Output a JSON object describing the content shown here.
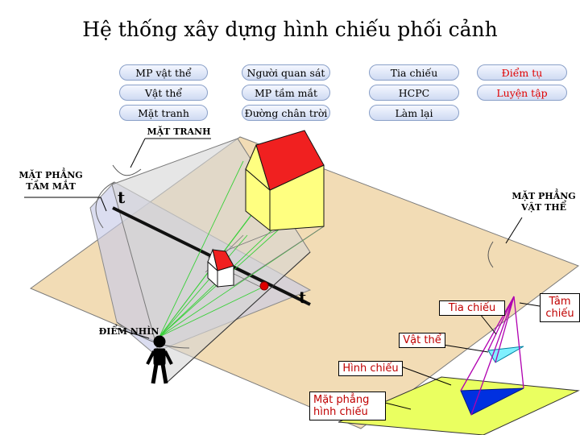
{
  "title": "Hệ thống xây dựng hình chiếu phối cảnh",
  "buttons": [
    {
      "label": "MP vật thể",
      "color": "#000000"
    },
    {
      "label": "Người quan sát",
      "color": "#000000"
    },
    {
      "label": "Tia chiếu",
      "color": "#000000"
    },
    {
      "label": "Điểm tụ",
      "color": "#e00000"
    },
    {
      "label": "Vật thể",
      "color": "#000000"
    },
    {
      "label": "MP tầm mắt",
      "color": "#000000"
    },
    {
      "label": "HCPC",
      "color": "#000000"
    },
    {
      "label": "Luyện tập",
      "color": "#e00000"
    },
    {
      "label": "Mặt tranh",
      "color": "#000000"
    },
    {
      "label": "Đường chân trời",
      "color": "#000000"
    },
    {
      "label": "Làm lại",
      "color": "#000000"
    }
  ],
  "labels": {
    "picture_plane": "MẶT TRANH",
    "eye_plane_line1": "MẶT PHẲNG",
    "eye_plane_line2": "TẦM MẮT",
    "object_plane_line1": "MẶT PHẲNG",
    "object_plane_line2": "VẬT THỂ",
    "viewpoint": "ĐIỂM NHÌN",
    "horizon_mark_top": "t",
    "horizon_mark_bottom": "t"
  },
  "inset_tags": {
    "projection_ray": "Tia chiếu",
    "projection_center_line1": "Tâm",
    "projection_center_line2": "chiếu",
    "object": "Vật thể",
    "projection": "Hình chiếu",
    "projection_plane_line1": "Mặt phẳng",
    "projection_plane_line2": "hình chiếu"
  },
  "colors": {
    "ground_plane": "#f2dcb5",
    "picture_plane": "#d5d5d5",
    "eye_plane": "#c8cbe8",
    "house_wall": "#ffff80",
    "house_roof": "#f02020",
    "ray_color": "#39d039",
    "inset_plane": "#eaff60",
    "inset_projection": "#0030e0",
    "inset_object": "#7ff0ff",
    "inset_rays": "#b000b0",
    "accent_red": "#e00000"
  }
}
